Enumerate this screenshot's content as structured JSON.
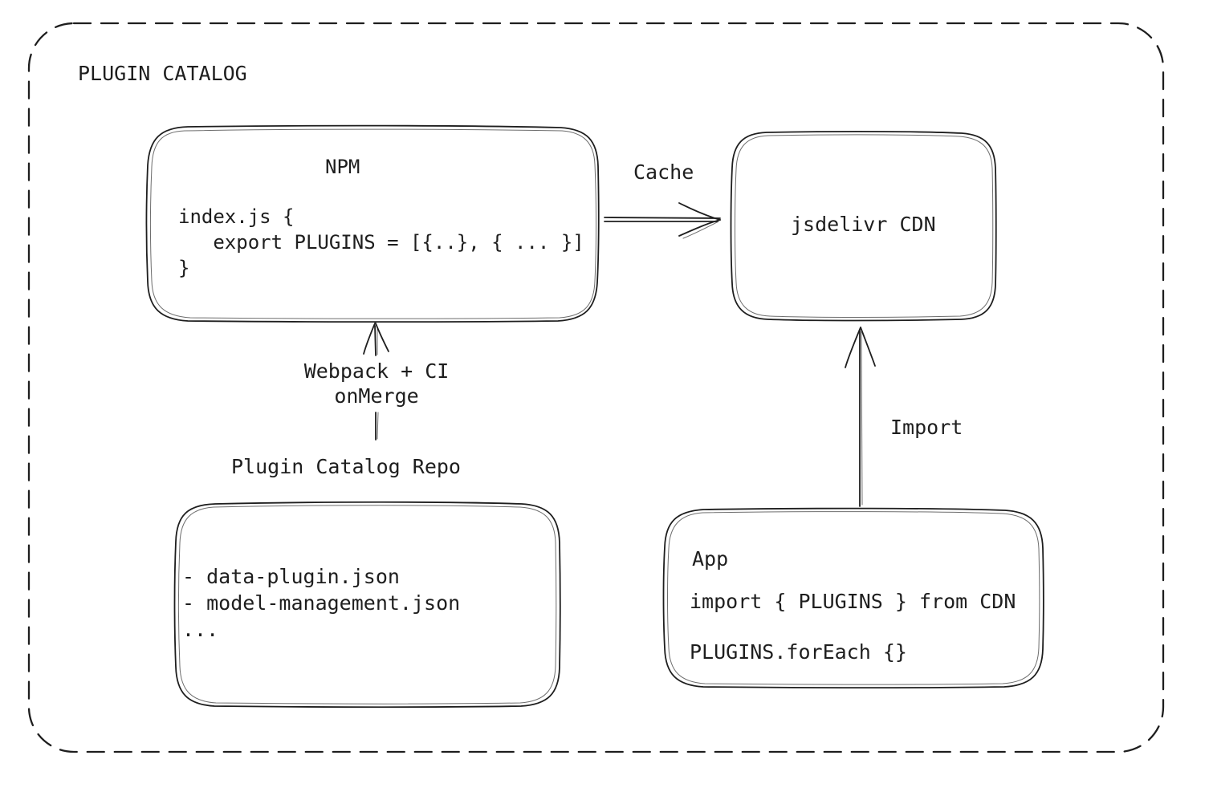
{
  "diagram": {
    "title": "PLUGIN CATALOG",
    "boxes": {
      "npm": {
        "title": "NPM",
        "code": "index.js {\n   export PLUGINS = [{..}, { ... }]\n}"
      },
      "cdn": {
        "title": "jsdelivr CDN"
      },
      "repo": {
        "label": "Plugin Catalog Repo",
        "files": "- data-plugin.json\n- model-management.json\n..."
      },
      "app": {
        "title": "App",
        "import_line": "import { PLUGINS } from CDN",
        "foreach_line": "PLUGINS.forEach {}"
      }
    },
    "arrows": {
      "cache_label": "Cache",
      "build_label": "Webpack + CI\nonMerge",
      "import_label": "Import"
    },
    "colors": {
      "stroke": "#1e1e1e",
      "background": "#ffffff"
    }
  }
}
